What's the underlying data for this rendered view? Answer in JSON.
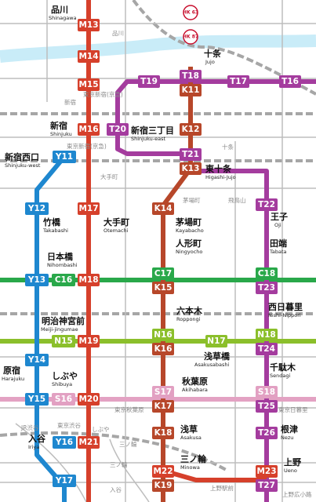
{
  "colors": {
    "M": "#d6402b",
    "K": "#b7472a",
    "T": "#a43c9e",
    "Y": "#1e87cf",
    "C": "#29a84a",
    "N": "#8bbf2b",
    "S": "#d86a9d",
    "jr": "#a0a0a0",
    "river": "#c9ecf8",
    "hk": "#c8102e"
  },
  "stations": [
    {
      "id": "shinagawa",
      "ja": "品川",
      "en": "Shinagawa"
    },
    {
      "id": "jujo",
      "ja": "十条",
      "en": "Jujo"
    },
    {
      "id": "shinjuku",
      "ja": "新宿",
      "en": "Shinjuku"
    },
    {
      "id": "shinjuku-sanchome",
      "ja": "新宿三丁目",
      "en": "Shinjuku-east"
    },
    {
      "id": "shinjuku-nishiguchi",
      "ja": "新宿西口",
      "en": "Shinjuku-west"
    },
    {
      "id": "higashi-jujo",
      "ja": "東十条",
      "en": "Higashi-Jujo"
    },
    {
      "id": "otemachi",
      "ja": "大手町",
      "en": "Otemachi"
    },
    {
      "id": "kayabacho",
      "ja": "茅場町",
      "en": "Kayabacho"
    },
    {
      "id": "oji",
      "ja": "王子",
      "en": "Oji"
    },
    {
      "id": "takebashi",
      "ja": "竹橋",
      "en": "Takabashi"
    },
    {
      "id": "ningyocho",
      "ja": "人形町",
      "en": "Ningyocho"
    },
    {
      "id": "tabata",
      "ja": "田端",
      "en": "Tabata"
    },
    {
      "id": "nihombashi",
      "ja": "日本橋",
      "en": "Nihombashi"
    },
    {
      "id": "roppongi",
      "ja": "六本木",
      "en": "Roppongi"
    },
    {
      "id": "nishi-nippori",
      "ja": "西日暮里",
      "en": "Nishi-Nippori"
    },
    {
      "id": "meiji-jingumae",
      "ja": "明治神宮前",
      "en": "Meiji-jingumae"
    },
    {
      "id": "harajuku",
      "ja": "原宿",
      "en": "Harajuku"
    },
    {
      "id": "asakusabashi",
      "ja": "浅草橋",
      "en": "Asakusabashi"
    },
    {
      "id": "sendagi",
      "ja": "千駄木",
      "en": "Sendagi"
    },
    {
      "id": "shibuya",
      "ja": "しぶや",
      "en": "Shibuya"
    },
    {
      "id": "akihabara",
      "ja": "秋葉原",
      "en": "Akihabara"
    },
    {
      "id": "iriya",
      "ja": "入谷",
      "en": "Iriya"
    },
    {
      "id": "asakusa",
      "ja": "浅草",
      "en": "Asakusa"
    },
    {
      "id": "nezu",
      "ja": "根津",
      "en": "Nezu"
    },
    {
      "id": "minowa",
      "ja": "三ノ輪",
      "en": "Minowa"
    },
    {
      "id": "ueno",
      "ja": "上野",
      "en": "Ueno"
    }
  ],
  "codes": [
    "M13",
    "M14",
    "M15",
    "M16",
    "M17",
    "M18",
    "M19",
    "M20",
    "M21",
    "M22",
    "K11",
    "K12",
    "K13",
    "K14",
    "K15",
    "K16",
    "K17",
    "K18",
    "K19",
    "T16",
    "T17",
    "T18",
    "T19",
    "T20",
    "T21",
    "T22",
    "T23",
    "T24",
    "T25",
    "T26",
    "T27",
    "Y11",
    "Y12",
    "Y13",
    "Y14",
    "Y15",
    "Y16",
    "Y17",
    "C16",
    "C17",
    "C18",
    "N15",
    "N16",
    "N17",
    "N18",
    "S16",
    "S17",
    "S18",
    "M23"
  ],
  "hk_badges": [
    "HK 63",
    "HK 87"
  ],
  "ghost_labels": [
    "品川",
    "新宿",
    "東京新宿(京急)",
    "東京新宿(京急)",
    "大手町",
    "飛鳥山",
    "茅場町",
    "十条",
    "東京秋葉原",
    "東京日暮里",
    "JR渋谷",
    "東京渋谷",
    "しぶや",
    "三ノ輪",
    "三ノ輪",
    "上野駅前",
    "上野広小路",
    "入谷"
  ]
}
